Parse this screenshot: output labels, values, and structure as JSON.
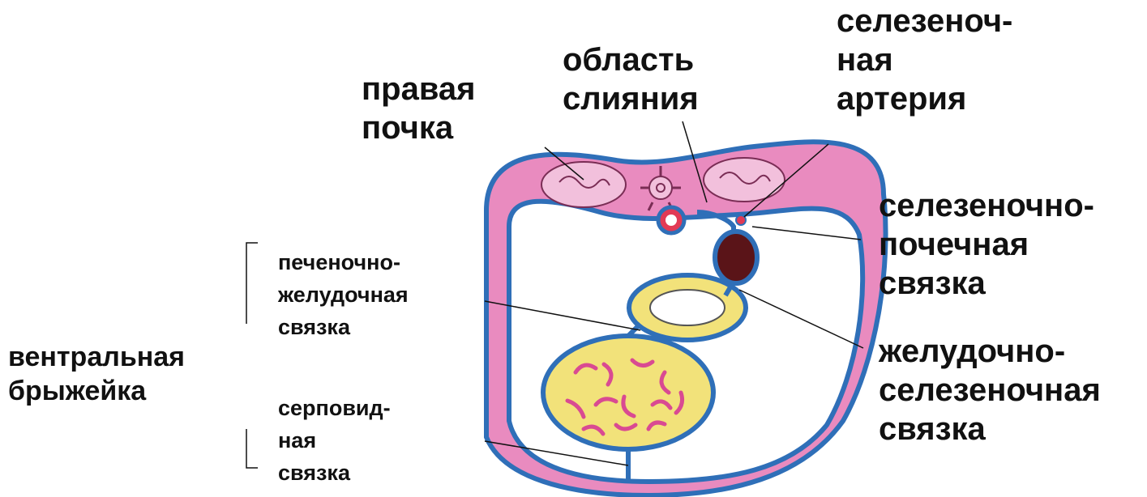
{
  "labels": {
    "right_kidney": [
      "правая",
      "почка"
    ],
    "fusion_area": [
      "область",
      "слияния"
    ],
    "splenic_artery": [
      "селезеноч-",
      "ная",
      "артерия"
    ],
    "splenorenal_ligament": [
      "селезеночно-",
      "почечная",
      "связка"
    ],
    "gastrosplenic_ligament": [
      "желудочно-",
      "селезеночная",
      "связка"
    ],
    "hepatogastric_ligament": [
      "печеночно-",
      "желудочная",
      "связка"
    ],
    "falciform_ligament": [
      "серповид-",
      "ная",
      "связка"
    ],
    "ventral_mesentery": [
      "вентральная",
      "брыжейка"
    ]
  },
  "colors": {
    "peritoneum_blue": "#2f6fb8",
    "body_wall_pink": "#e98bbf",
    "kidney_pink": "#f2c0dc",
    "stomach_yellow": "#f2e27a",
    "intestine_pink": "#d94a92",
    "spleen_brown": "#5a1418",
    "artery_red": "#e23a55",
    "pointer_line": "#111111"
  }
}
